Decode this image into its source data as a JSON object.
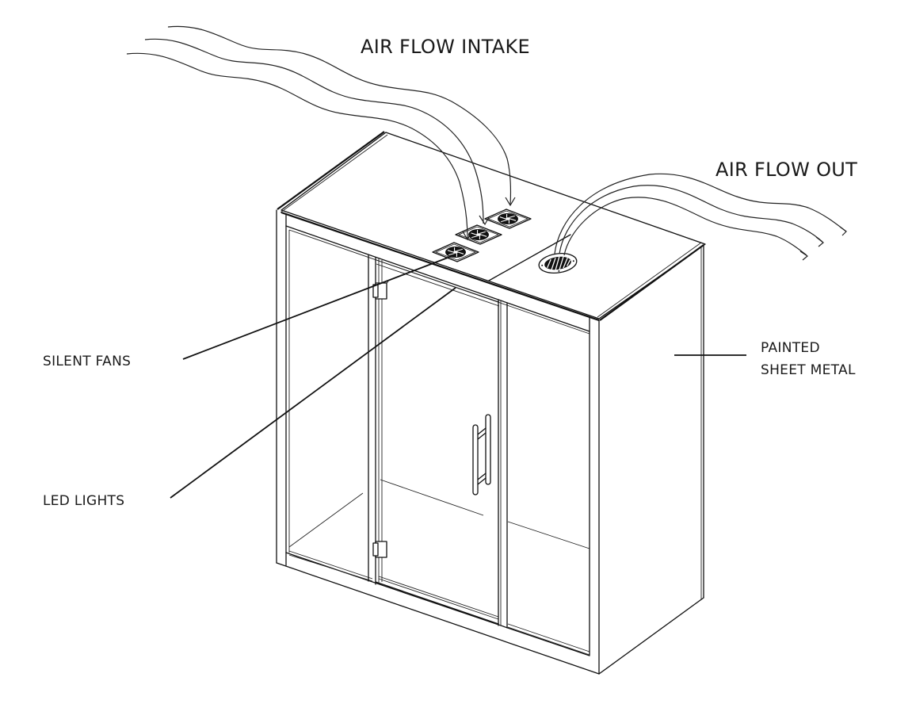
{
  "diagram": {
    "subject": "Acoustic booth ventilation diagram",
    "labels": {
      "air_flow_intake": "AIR FLOW INTAKE",
      "air_flow_out": "AIR FLOW OUT",
      "silent_fans": "SILENT FANS",
      "led_lights": "LED LIGHTS",
      "painted_sheet_metal_line1": "PAINTED",
      "painted_sheet_metal_line2": "SHEET METAL"
    },
    "components": {
      "fan_count": 3,
      "exhaust_vent_count": 1,
      "intake_flow_lines": 3,
      "outflow_lines": 3,
      "door_hinges": 2,
      "door_handle": "double bar pull"
    },
    "colors": {
      "line": "#111111",
      "text": "#1a1a1a",
      "background": "#ffffff"
    }
  }
}
